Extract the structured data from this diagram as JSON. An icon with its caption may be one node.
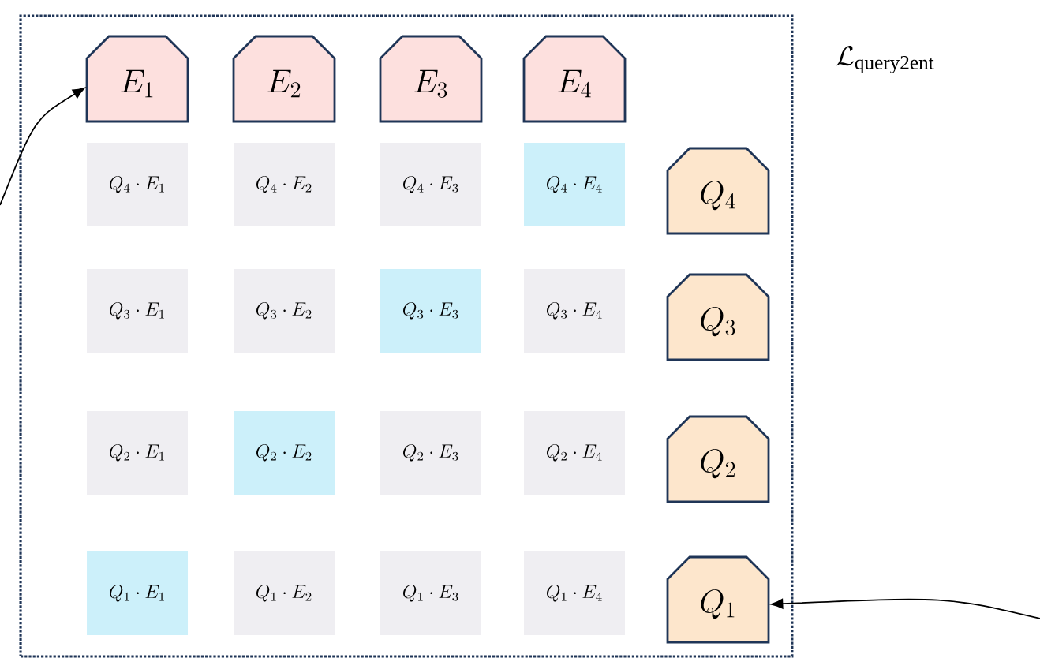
{
  "diagram": {
    "nodes": [
      {
        "text": [
          "\\mathcal{L}_{\\mathrm{query2ent}}"
        ]
      },
      {
        "text": [
          "E_1"
        ],
        "in": 0
      },
      {
        "text": [
          "E_2"
        ],
        "in": 0
      },
      {
        "text": [
          "E_3"
        ],
        "in": 0
      },
      {
        "text": [
          "E_4"
        ],
        "in": 0
      },
      {
        "text": [
          "Q_4 \\cdot E_1"
        ],
        "in": 0
      },
      {
        "text": [
          "Q_4 \\cdot E_2"
        ],
        "in": 0
      },
      {
        "text": [
          "Q_4 \\cdot E_3"
        ],
        "in": 0
      },
      {
        "text": [
          "Q_4 \\cdot E_4"
        ],
        "in": 0
      },
      {
        "text": [
          "Q_4"
        ],
        "in": 0
      },
      {
        "text": [
          "Q_3 \\cdot E_1"
        ],
        "in": 0
      },
      {
        "text": [
          "Q_3 \\cdot E_2"
        ],
        "in": 0
      },
      {
        "text": [
          "Q_3 \\cdot E_3"
        ],
        "in": 0
      },
      {
        "text": [
          "Q_3 \\cdot E_4"
        ],
        "in": 0
      },
      {
        "text": [
          "Q_3"
        ],
        "in": 0
      },
      {
        "text": [
          "Q_2 \\cdot E_1"
        ],
        "in": 0
      },
      {
        "text": [
          "Q_2 \\cdot E_2"
        ],
        "in": 0
      },
      {
        "text": [
          "Q_2 \\cdot E_3"
        ],
        "in": 0
      },
      {
        "text": [
          "Q_2 \\cdot E_4"
        ],
        "in": 0
      },
      {
        "text": [
          "Q_2"
        ],
        "in": 0
      },
      {
        "text": [
          "Q_1 \\cdot E_1"
        ],
        "in": 0
      },
      {
        "text": [
          "Q_1 \\cdot E_2"
        ],
        "in": 0
      },
      {
        "text": [
          "Q_1 \\cdot E_3"
        ],
        "in": 0
      },
      {
        "text": [
          "Q_1 \\cdot E_4"
        ],
        "in": 0
      },
      {
        "text": [
          "Q_1"
        ],
        "in": 0
      }
    ],
    "edges": [
      {
        "from": null,
        "to": 1,
        "arrow": "to"
      },
      {
        "from": null,
        "to": 24,
        "arrow": "to"
      }
    ]
  }
}
